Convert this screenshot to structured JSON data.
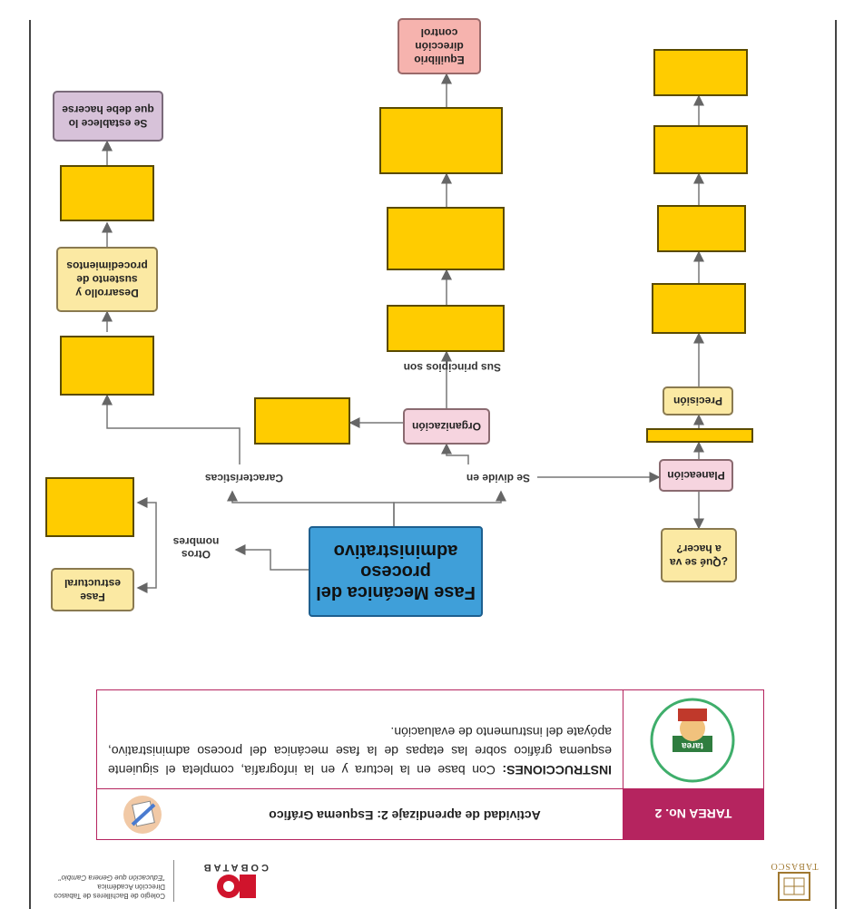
{
  "header": {
    "left_logo_text": "TABASCO",
    "org_name": "COBATAB",
    "org_line1": "Colegio de Bachilleres de Tabasco",
    "org_line2": "Dirección Académica",
    "org_line3": "\"Educación que Genera Cambio\""
  },
  "task": {
    "tag": "TAREA No. 2",
    "title": "Actividad de aprendizaje 2: Esquema Gráfico",
    "instructions_label": "INSTRUCCIONES:",
    "instructions_text": "Con base en la lectura y en la infografía, completa el siguiente esquema gráfico sobre las etapas de la fase mecánica del proceso administrativo, apóyate del instrumento de evaluación.",
    "icon_label": "tarea"
  },
  "diagram": {
    "central": "Fase Mecánica del proceso administrativo",
    "labels": {
      "otros_nombres": "Otros nombres",
      "caracteristicas": "Características",
      "se_divide_en": "Se divide en",
      "sus_principios_son": "Sus principios son"
    },
    "nodes": {
      "fase_estructural": "Fase estructural",
      "desarrollo": "Desarrollo y sustento de procedimientos",
      "se_establece": "Se establece lo que debe hacerse",
      "organizacion": "Organización",
      "equilibrio": "Equilibrio dirección control",
      "planeacion": "Planeación",
      "que_se_va": "¿Qué se va a hacer?",
      "precision": "Precisión"
    }
  },
  "colors": {
    "blue": "#3f9fd9",
    "yellow": "#ffcc00",
    "cream": "#fbe9a3",
    "pink": "#f6d4df",
    "salmon": "#f6b3ae",
    "lilac": "#d7c2d9",
    "maroon": "#b5245f",
    "green_circle": "#3fae6b"
  }
}
